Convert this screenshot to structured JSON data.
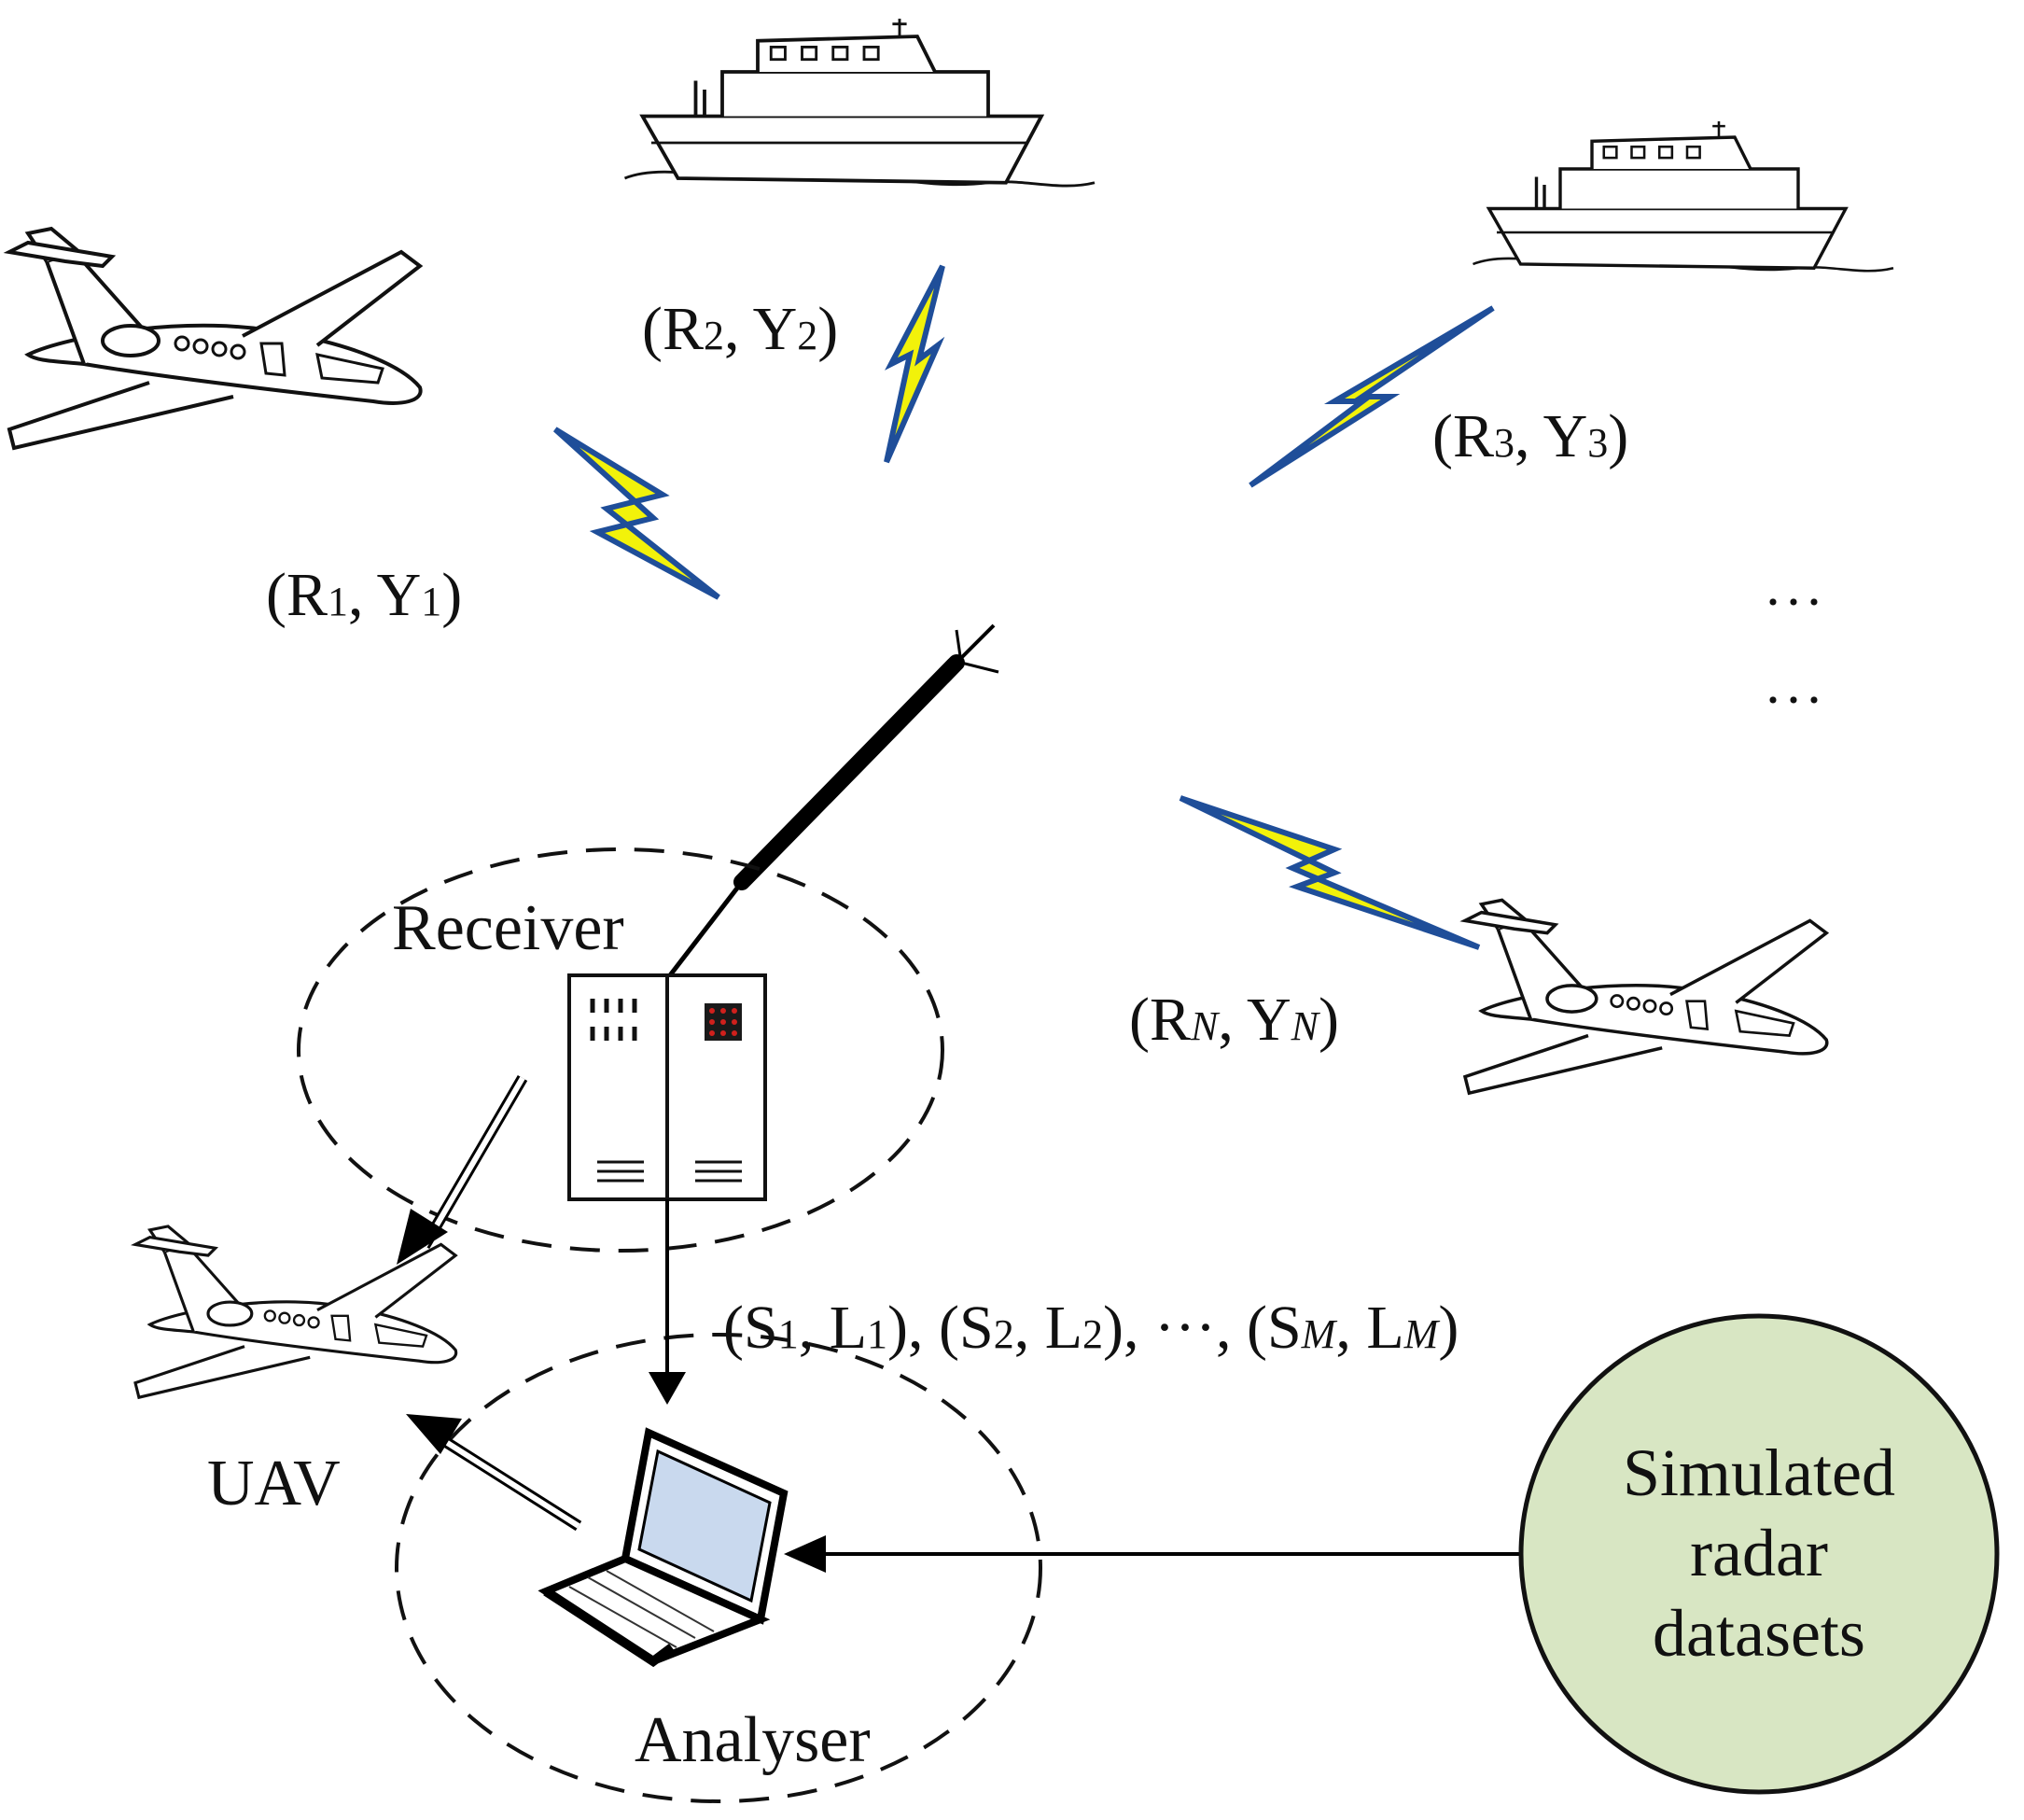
{
  "links": [
    {
      "r": "R",
      "r_sub": "1",
      "y": "Y",
      "y_sub": "1",
      "italic_sub": false
    },
    {
      "r": "R",
      "r_sub": "2",
      "y": "Y",
      "y_sub": "2",
      "italic_sub": false
    },
    {
      "r": "R",
      "r_sub": "3",
      "y": "Y",
      "y_sub": "3",
      "italic_sub": false
    },
    {
      "r": "R",
      "r_sub": "N",
      "y": "Y",
      "y_sub": "N",
      "italic_sub": true
    }
  ],
  "ellipsis": [
    "···",
    "···"
  ],
  "receiver_label": "Receiver",
  "analyser_label": "Analyser",
  "uav_label": "UAV",
  "sample_pairs": {
    "open": "(",
    "s": "S",
    "l": "L",
    "subs": [
      "1",
      "2",
      "M"
    ],
    "mid": "···",
    "italic_last": true
  },
  "dataset_lines": [
    "Simulated",
    "radar",
    "datasets"
  ],
  "colors": {
    "bolt_fill": "#f2f20a",
    "bolt_stroke": "#1f4e99",
    "dataset_fill": "#d8e6c3",
    "screen_fill": "#c9d9ee",
    "led": "#d0201c"
  }
}
